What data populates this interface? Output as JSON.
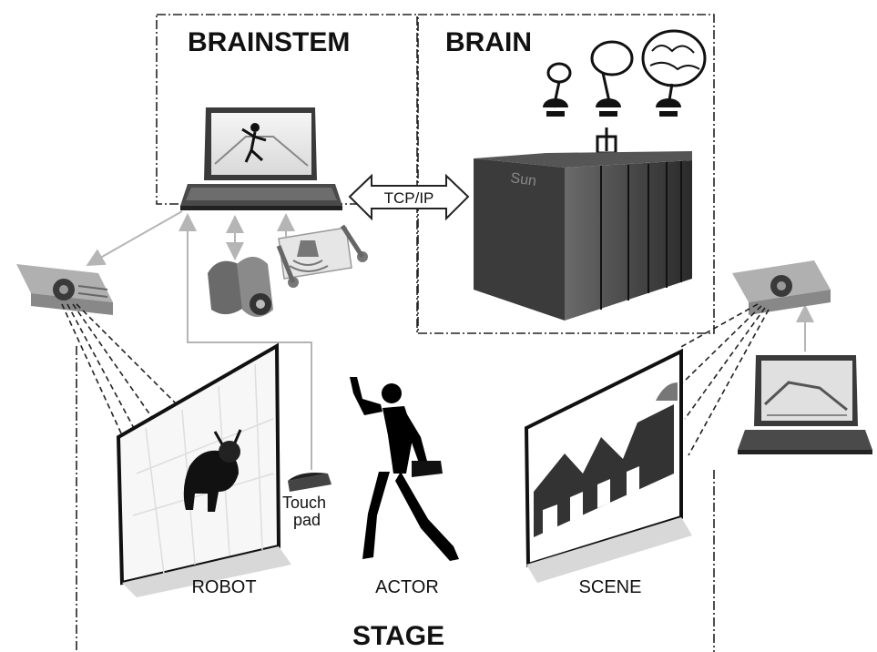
{
  "regions": {
    "brainstem": "BRAINSTEM",
    "brain": "BRAIN",
    "stage": "STAGE"
  },
  "connection": {
    "protocol": "TCP/IP"
  },
  "stage_items": {
    "robot": "ROBOT",
    "actor": "ACTOR",
    "scene": "SCENE",
    "touch_pad_line1": "Touch",
    "touch_pad_line2": "pad"
  },
  "icons": [
    "laptop-icon",
    "projector-icon",
    "server-rack-icon",
    "brain-icon",
    "plug-icon",
    "camera-icon",
    "microphone-icon",
    "robot-dog-icon",
    "actor-silhouette-icon",
    "house-scene-icon",
    "projection-screen-icon"
  ]
}
